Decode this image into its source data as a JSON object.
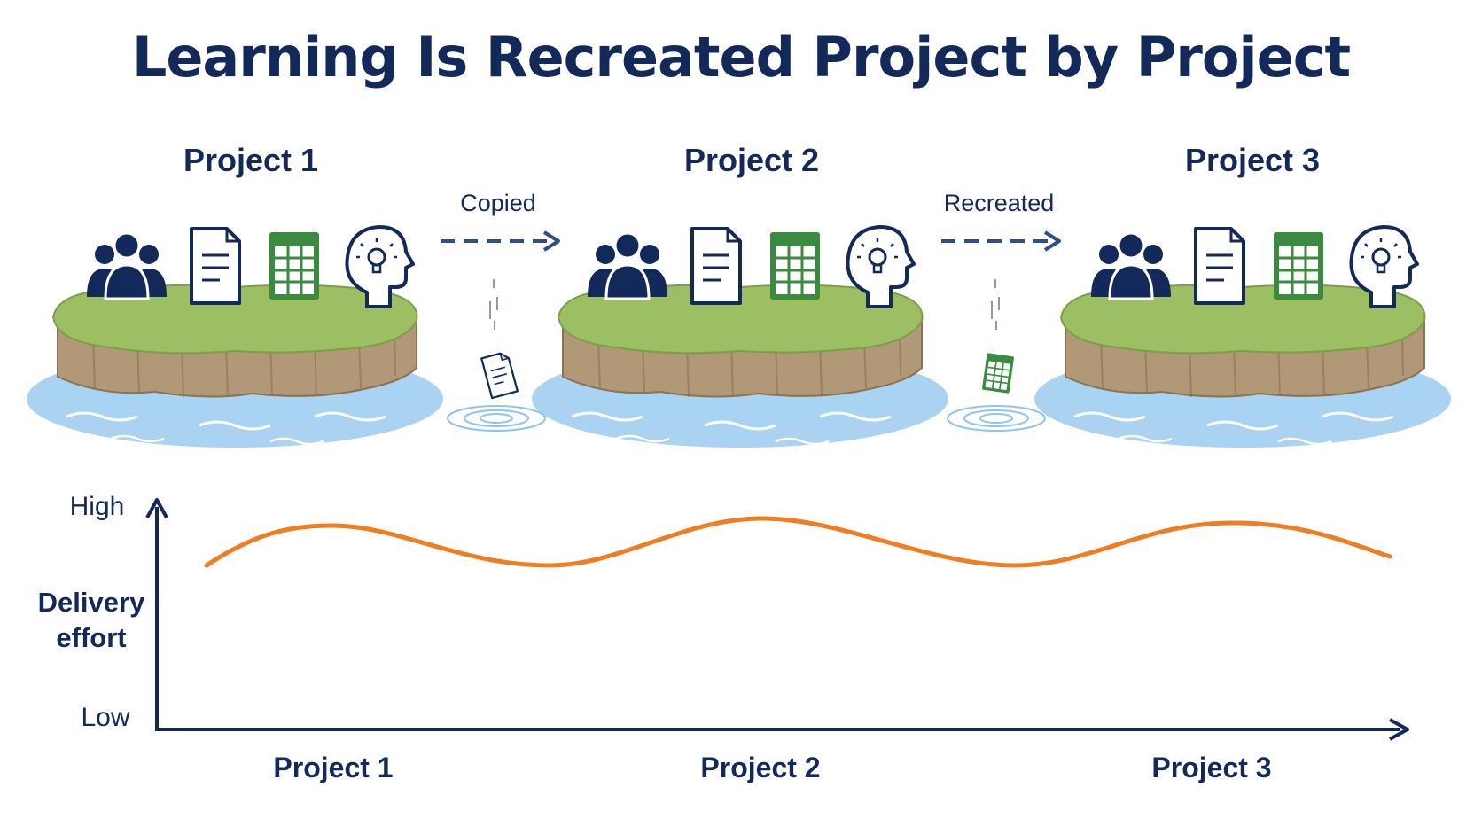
{
  "title": "Learning Is Recreated Project by Project",
  "projects": [
    {
      "label": "Project 1"
    },
    {
      "label": "Project 2"
    },
    {
      "label": "Project 3"
    }
  ],
  "transfers": [
    {
      "label": "Copied",
      "item": "document-icon"
    },
    {
      "label": "Recreated",
      "item": "spreadsheet-icon"
    }
  ],
  "island_icons": [
    "team-icon",
    "document-icon",
    "spreadsheet-icon",
    "idea-head-icon"
  ],
  "chart": {
    "y_high": "High",
    "y_title_line1": "Delivery",
    "y_title_line2": "effort",
    "y_low": "Low",
    "x_labels": [
      "Project 1",
      "Project 2",
      "Project 3"
    ],
    "line_color": "#f07d22"
  },
  "colors": {
    "navy": "#13295a",
    "green": "#3a8a3f",
    "grass": "#9bbf62",
    "soil": "#b19876",
    "water": "#8fc4ec"
  }
}
